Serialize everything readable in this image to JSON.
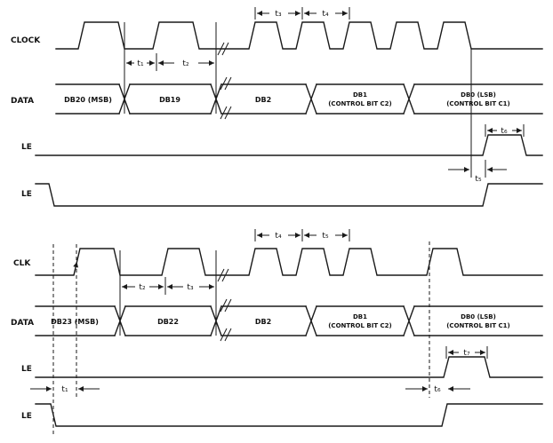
{
  "figure": {
    "background_color": "#ffffff",
    "line_color": "#1a1a1a"
  },
  "top_diagram": {
    "clock_label": "CLOCK",
    "data_label": "DATA",
    "le1_label": "LE",
    "le2_label": "LE",
    "data_segments": [
      {
        "line1": "DB20 (MSB)",
        "line2": ""
      },
      {
        "line1": "DB19",
        "line2": ""
      },
      {
        "line1": "DB2",
        "line2": ""
      },
      {
        "line1": "DB1",
        "line2": "(CONTROL BIT C2)"
      },
      {
        "line1": "DB0 (LSB)",
        "line2": "(CONTROL BIT C1)"
      }
    ],
    "timings": {
      "t1": "t₁",
      "t2": "t₂",
      "t3": "t₃",
      "t4": "t₄",
      "t5": "t₅",
      "t6": "t₆"
    }
  },
  "bottom_diagram": {
    "clock_label": "CLK",
    "data_label": "DATA",
    "le1_label": "LE",
    "le2_label": "LE",
    "data_segments": [
      {
        "line1": "DB23 (MSB)",
        "line2": ""
      },
      {
        "line1": "DB22",
        "line2": ""
      },
      {
        "line1": "DB2",
        "line2": ""
      },
      {
        "line1": "DB1",
        "line2": "(CONTROL BIT C2)"
      },
      {
        "line1": "DB0 (LSB)",
        "line2": "(CONTROL BIT C1)"
      }
    ],
    "timings": {
      "t1": "t₁",
      "t2": "t₂",
      "t3": "t₃",
      "t4": "t₄",
      "t5": "t₅",
      "t6": "t₆",
      "t7": "t₇"
    }
  }
}
